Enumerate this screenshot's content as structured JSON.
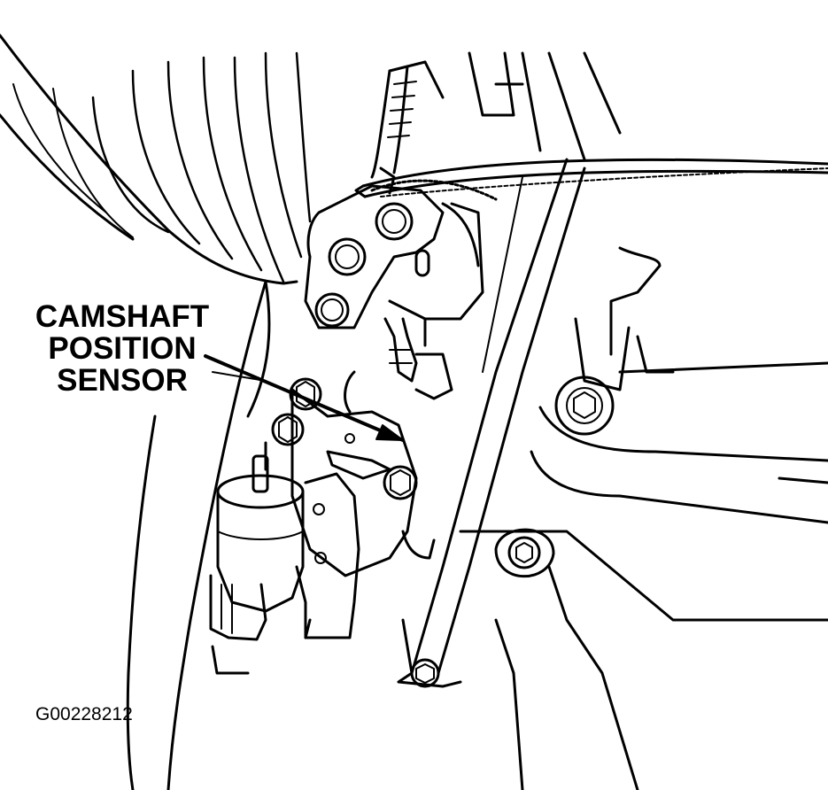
{
  "callout": {
    "lines": [
      "CAMSHAFT",
      "POSITION",
      "SENSOR"
    ]
  },
  "figure_id": "G00228212",
  "colors": {
    "ink": "#000000",
    "paper": "#ffffff"
  }
}
